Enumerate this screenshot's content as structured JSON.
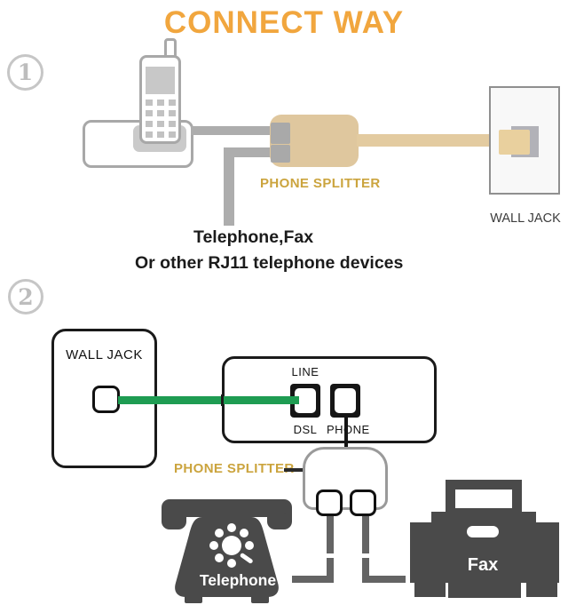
{
  "title": "CONNECT WAY",
  "steps": [
    {
      "badge": "1",
      "splitter_label": "PHONE SPLITTER",
      "wall_jack_label": "WALL JACK",
      "caption_line1": "Telephone,Fax",
      "caption_line2": "Or other RJ11 telephone devices"
    },
    {
      "badge": "2",
      "wall_jack_label": "WALL JACK",
      "line_port_label": "LINE",
      "dsl_port_label": "DSL",
      "phone_port_label": "PHONE",
      "splitter_label": "PHONE SPLITTER",
      "telephone_label": "Telephone",
      "fax_label": "Fax"
    }
  ],
  "colors": {
    "title_orange": "#F1A63E",
    "splitter_tan": "#DFC79E",
    "label_gold": "#CBA43E",
    "cable_gray": "#ADADAD",
    "cable_green": "#1E9C52",
    "icon_dark": "#4A4A4A"
  }
}
